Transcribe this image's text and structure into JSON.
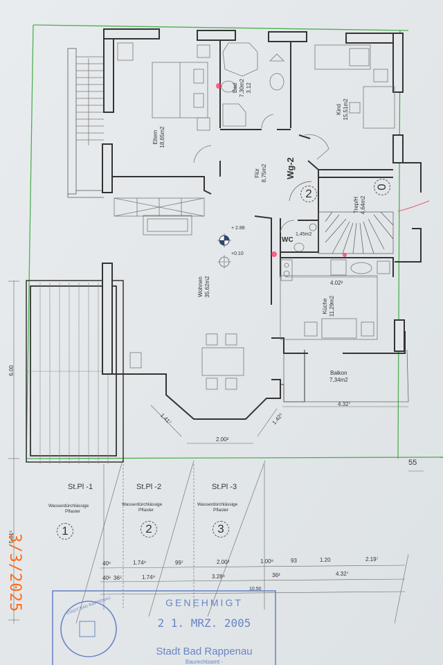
{
  "rooms": [
    {
      "name": "Eltern",
      "area": "18,65m2"
    },
    {
      "name": "Bad",
      "area": "7,30m2",
      "extra": "3.12"
    },
    {
      "name": "Kind",
      "area": "15,51m2"
    },
    {
      "name": "Flür",
      "area": "8,75m2"
    },
    {
      "name": "Trep/H",
      "area": "4,64m2"
    },
    {
      "name": "WC",
      "area": "1,45m2"
    },
    {
      "name": "Wohnen",
      "area": "35,62m2"
    },
    {
      "name": "Küche",
      "area": "11,29m2"
    },
    {
      "name": "Balkon",
      "area": "7,34m2"
    }
  ],
  "unit_label": "Wg-2",
  "unit_circle": "2",
  "stair_circle": "0",
  "levels": {
    "top": "+ 2.88",
    "bottom": "+0.10"
  },
  "dimensions": {
    "kitchen_width": "4.02²",
    "balkon_width": "4.32⁷",
    "bay_left": "1.41⁷",
    "bay_center": "2.00²",
    "bay_right": "1.42⁵",
    "left_upper": "6.00",
    "left_lower": "5.01⁵",
    "right_margin": "55",
    "row1": [
      "40⁶",
      "1.74⁹",
      "99⁷",
      "2.00²",
      "1.00⁸",
      "93",
      "1.20",
      "2.19⁷"
    ],
    "row2": [
      "40⁶",
      "36⁵",
      "1.74⁹",
      "3.28⁴",
      "36³",
      "4.32⁷"
    ],
    "total": "10.50"
  },
  "parking": [
    {
      "label": "St.Pl -1",
      "note_line1": "Wasserdürchlässige",
      "note_line2": "Pflaster",
      "number": "1"
    },
    {
      "label": "St.Pl -2",
      "note_line1": "Wasserdürchlässige",
      "note_line2": "Pflaster",
      "number": "2"
    },
    {
      "label": "St.Pl -3",
      "note_line1": "Wasserdürchlässige",
      "note_line2": "Pflaster",
      "number": "3"
    }
  ],
  "stamp": {
    "approved": "GENEHMIGT",
    "date": "2 1. MRZ. 2005",
    "authority": "Stadt Bad Rappenau",
    "office": "Baurechtsamt -",
    "seal_text": "STADT BAD RAPPENAU"
  },
  "photo_date": "3/3/2025",
  "colors": {
    "wall": "#333333",
    "line": "#666666",
    "property_line": "#4caf50",
    "stamp": "#6a85c4",
    "date_stamp": "#ff6a1a",
    "paper": "#e4e8ea"
  }
}
